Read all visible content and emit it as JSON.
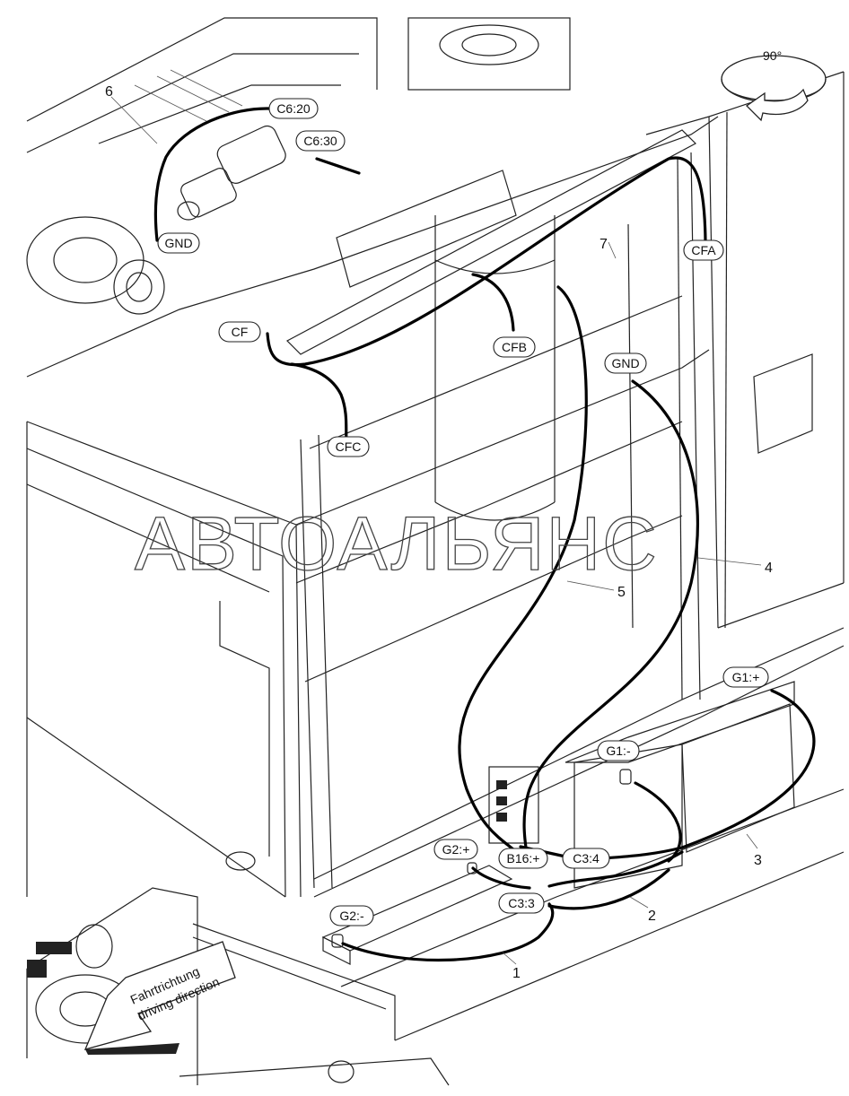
{
  "watermark": "АВТОАЛЬЯНС",
  "rotation": "90°",
  "direction": {
    "line1": "Fahrtrichtung",
    "line2": "driving direction"
  },
  "labels": {
    "c6_20": "C6:20",
    "c6_30": "C6:30",
    "gnd_left": "GND",
    "cfa": "CFA",
    "cf": "CF",
    "cfb": "CFB",
    "gnd_right": "GND",
    "cfc": "CFC",
    "g1_plus": "G1:+",
    "g1_minus": "G1:-",
    "g2_plus": "G2:+",
    "b16_plus": "B16:+",
    "c3_4": "C3:4",
    "c3_3": "C3:3",
    "g2_minus": "G2:-"
  },
  "callouts": {
    "n1": "1",
    "n2": "2",
    "n3": "3",
    "n4": "4",
    "n5": "5",
    "n6": "6",
    "n7": "7"
  }
}
